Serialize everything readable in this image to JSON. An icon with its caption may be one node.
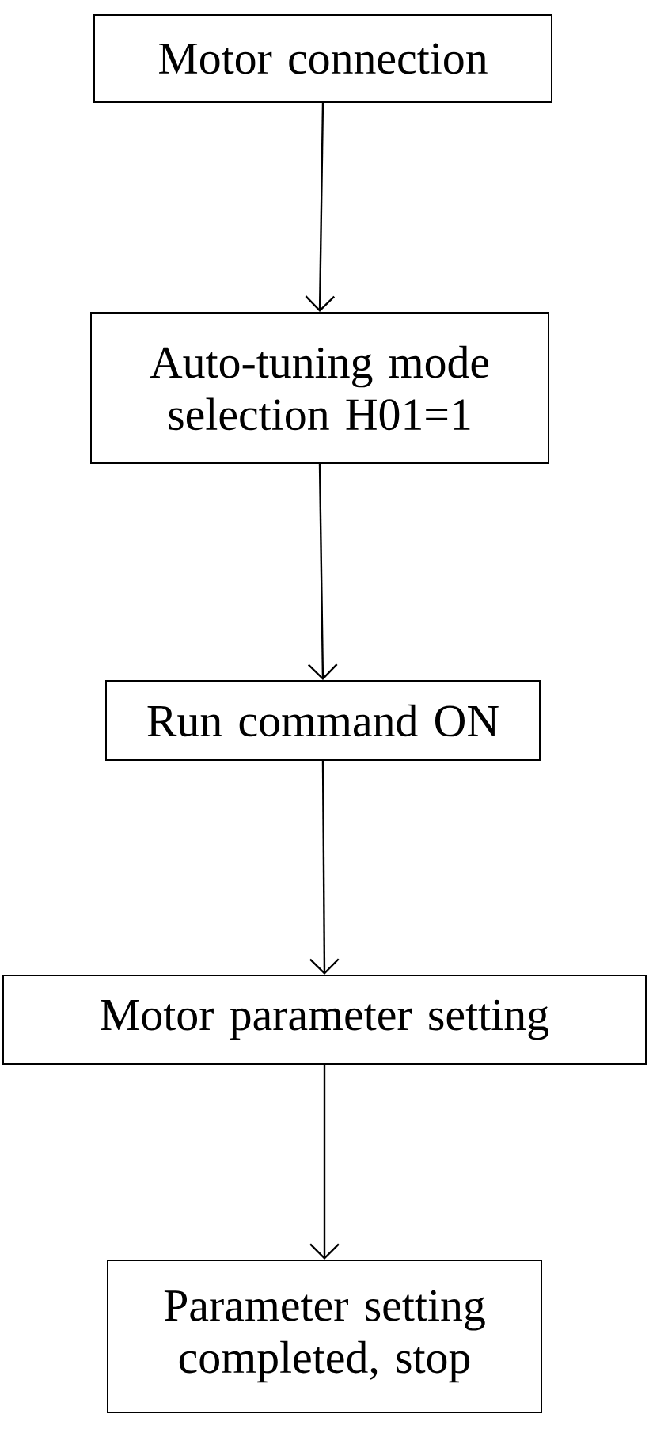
{
  "diagram": {
    "nodes": [
      {
        "text": [
          "Motor connection"
        ]
      },
      {
        "text": [
          "Auto-tuning mode selection H01=1"
        ]
      },
      {
        "text": [
          "Run command ON"
        ]
      },
      {
        "text": [
          "Motor parameter setting"
        ]
      },
      {
        "text": [
          "Parameter setting completed, stop"
        ]
      }
    ],
    "edges": [
      {
        "from": 0,
        "to": 1,
        "arrow": "to"
      },
      {
        "from": 1,
        "to": 2,
        "arrow": "to"
      },
      {
        "from": 2,
        "to": 3,
        "arrow": "to"
      },
      {
        "from": 3,
        "to": 4,
        "arrow": "to"
      }
    ]
  }
}
